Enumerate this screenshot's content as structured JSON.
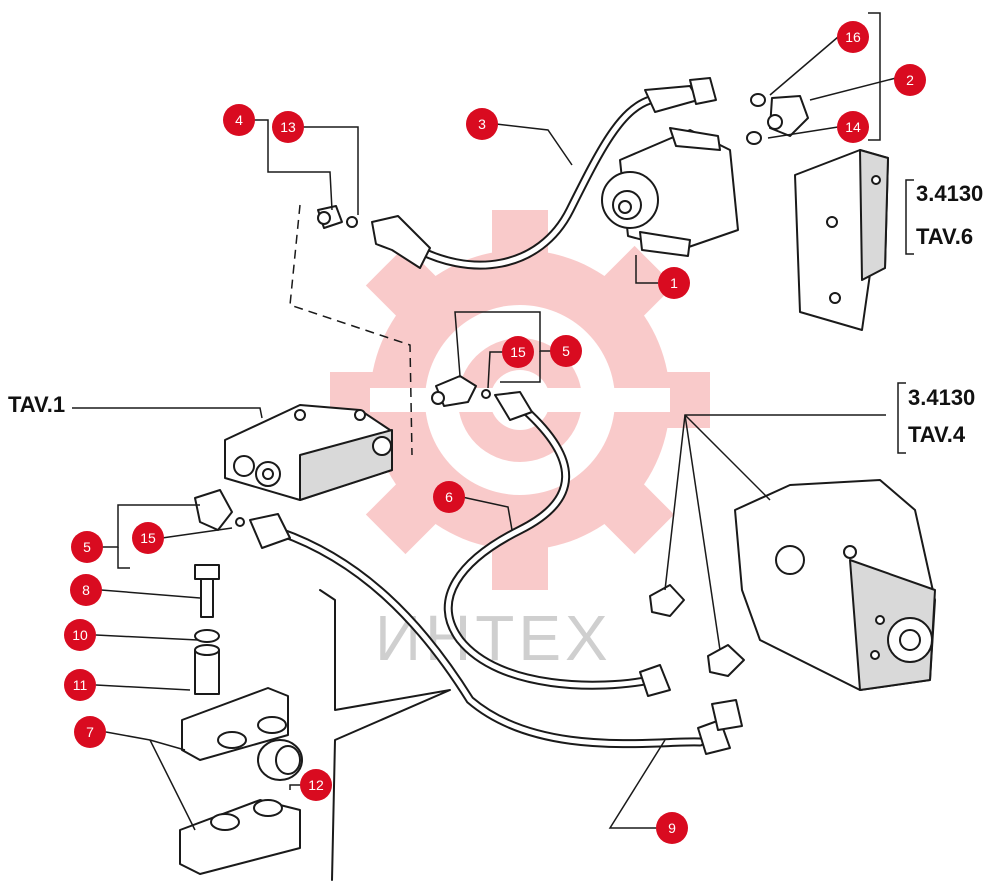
{
  "watermark": {
    "text": "ИНТЕХ",
    "color": "#f5a0a0"
  },
  "references": {
    "tav1": "TAV.1",
    "tav6_code": "3.4130",
    "tav6_label": "TAV.6",
    "tav4_code": "3.4130",
    "tav4_label": "TAV.4"
  },
  "callouts": [
    {
      "id": "c1",
      "label": "1"
    },
    {
      "id": "c2",
      "label": "2"
    },
    {
      "id": "c3",
      "label": "3"
    },
    {
      "id": "c4",
      "label": "4"
    },
    {
      "id": "c13",
      "label": "13"
    },
    {
      "id": "c16",
      "label": "16"
    },
    {
      "id": "c14",
      "label": "14"
    },
    {
      "id": "c5a",
      "label": "5"
    },
    {
      "id": "c15a",
      "label": "15"
    },
    {
      "id": "c6",
      "label": "6"
    },
    {
      "id": "c5b",
      "label": "5"
    },
    {
      "id": "c15b",
      "label": "15"
    },
    {
      "id": "c8",
      "label": "8"
    },
    {
      "id": "c10",
      "label": "10"
    },
    {
      "id": "c11",
      "label": "11"
    },
    {
      "id": "c7",
      "label": "7"
    },
    {
      "id": "c12",
      "label": "12"
    },
    {
      "id": "c9",
      "label": "9"
    }
  ],
  "colors": {
    "callout": "#d90b20",
    "ink": "#1a1a1a"
  }
}
